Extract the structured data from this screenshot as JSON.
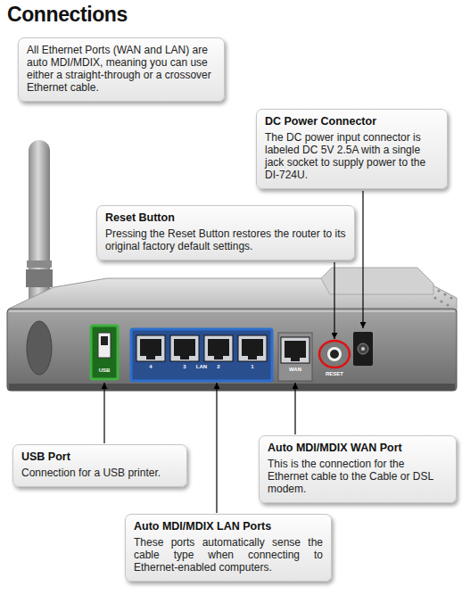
{
  "diagram": {
    "title": "Connections",
    "nodes": [
      {
        "text": [
          "All Ethernet Ports (WAN and LAN) are auto MDI/MDIX, meaning you can use either a straight-through or a crossover Ethernet cable."
        ]
      },
      {
        "text": [
          "DC Power Connector",
          "The DC power input connector is labeled DC 5V 2.5A with a single jack socket to supply power to the DI-724U."
        ]
      },
      {
        "text": [
          "Reset Button",
          "Pressing the Reset Button restores the router to its original factory default settings."
        ]
      },
      {
        "text": [
          "USB Port",
          "Connection for a USB printer."
        ]
      },
      {
        "text": [
          "Auto MDI/MDIX WAN Port",
          "This is the connection for the Ethernet cable to the Cable or DSL modem."
        ]
      },
      {
        "text": [
          "Auto MDI/MDIX LAN Ports",
          "These ports automatically sense the cable type when connecting to Ethernet-enabled computers."
        ]
      }
    ],
    "labels": [
      "USB",
      "4",
      "3",
      "LAN",
      "2",
      "1",
      "WAN",
      "RESET"
    ]
  }
}
